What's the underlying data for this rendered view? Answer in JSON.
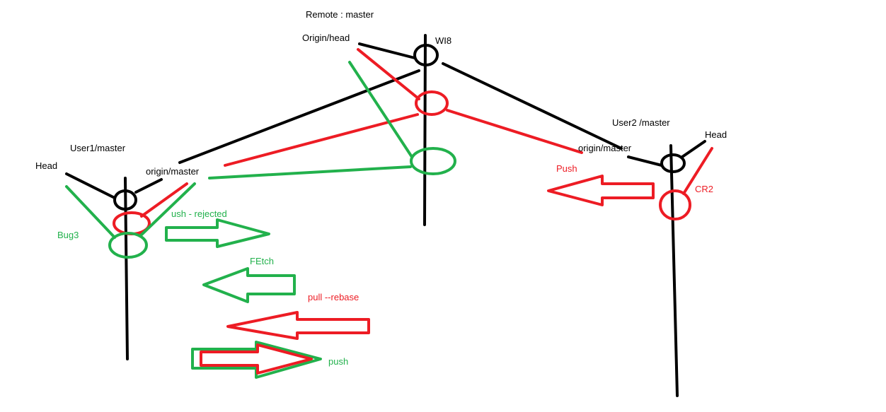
{
  "colors": {
    "black": "#000000",
    "red": "#ed1c24",
    "green": "#22b14c"
  },
  "remote": {
    "title": "Remote : master",
    "origin_head": "Origin/head",
    "commit": "WI8"
  },
  "user1": {
    "title": "User1/master",
    "head": "Head",
    "origin": "origin/master",
    "commit": "Bug3"
  },
  "user2": {
    "title": "User2 /master",
    "head": "Head",
    "origin": "origin/master",
    "commit": "CR2",
    "push": "Push"
  },
  "actions": {
    "push_rejected": "ush - rejected",
    "fetch": "FEtch",
    "pull_rebase": "pull --rebase",
    "push": "push"
  }
}
